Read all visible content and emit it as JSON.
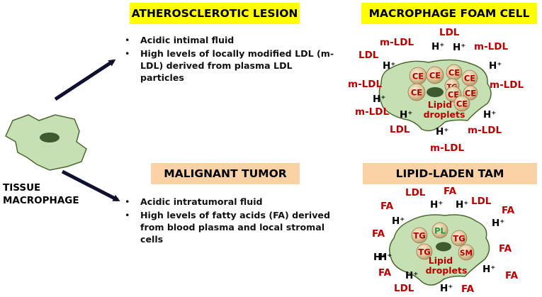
{
  "tissue_macrophage": {
    "line1": "TISSUE",
    "line2": "MACROPHAGE"
  },
  "atherosclerotic": {
    "header": "ATHEROSCLEROTIC LESION",
    "bullets": [
      "Acidic intimal fluid",
      "High levels of locally modified LDL (m-LDL) derived from plasma LDL particles"
    ]
  },
  "tumor": {
    "header": "MALIGNANT TUMOR",
    "bullets": [
      "Acidic intratumoral fluid",
      "High levels of fatty acids (FA) derived from blood plasma and local stromal cells"
    ]
  },
  "foam_cell": {
    "header": "MACROPHAGE FOAM CELL",
    "droplet_labels": [
      "CE",
      "CE",
      "CE",
      "CE",
      "TG",
      "CE",
      "CE",
      "CE",
      "CE"
    ],
    "droplets_caption": [
      "Lipid",
      "droplets"
    ],
    "surrounding_labels": [
      "LDL",
      "m-LDL",
      "H⁺",
      "H⁺",
      "m-LDL",
      "LDL",
      "H⁺",
      "H⁺",
      "m-LDL",
      "m-LDL",
      "H⁺",
      "m-LDL",
      "H⁺",
      "H⁺",
      "LDL",
      "H⁺",
      "m-LDL",
      "m-LDL"
    ]
  },
  "tam": {
    "header": "LIPID-LADEN TAM",
    "droplet_labels": [
      "TG",
      "PL",
      "TG",
      "TG",
      "SM"
    ],
    "droplets_caption": [
      "Lipid",
      "droplets"
    ],
    "surrounding_labels": [
      "LDL",
      "FA",
      "FA",
      "H⁺",
      "H⁺",
      "LDL",
      "FA",
      "H⁺",
      "H⁺",
      "FA",
      "H⁺",
      "FA",
      "H⁺",
      "FA",
      "H⁺",
      "FA",
      "H⁺",
      "LDL",
      "H⁺",
      "FA"
    ]
  },
  "colors": {
    "cell_fill": "#c6e0b4",
    "cell_stroke": "#4a6a30",
    "nucleus": "#3e5a2e",
    "red_label": "#c00000",
    "droplet_text": "#b00000",
    "pl_text": "#1a9a3a"
  }
}
